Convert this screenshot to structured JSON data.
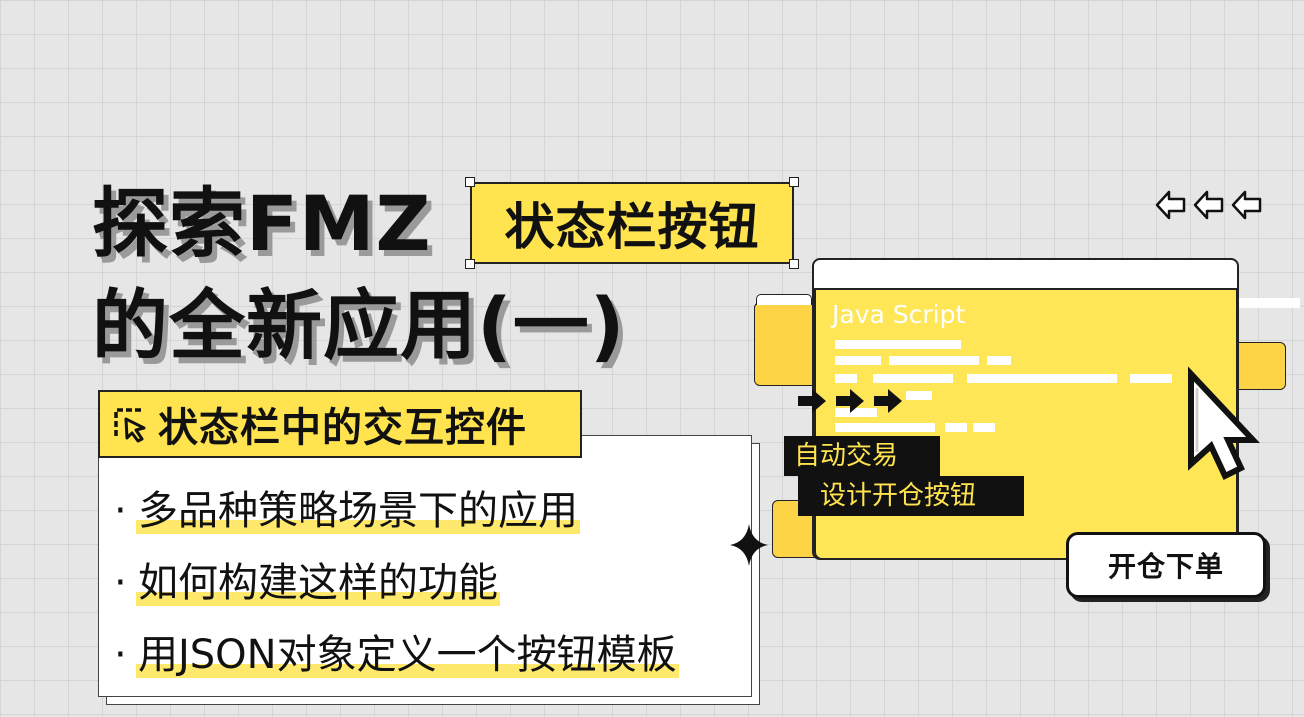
{
  "title": {
    "line1": "探索FMZ",
    "tag": "状态栏按钮",
    "line2": "的全新应用(一)"
  },
  "section": {
    "label": "状态栏中的交互控件",
    "icon": "cursor-select-icon"
  },
  "bullets": [
    {
      "marker": "·",
      "text": "多品种策略场景下的应用"
    },
    {
      "marker": "·",
      "text": "如何构建这样的功能"
    },
    {
      "marker": "·",
      "text": "用JSON对象定义一个按钮模板"
    }
  ],
  "illustration": {
    "window_title": "Java Script",
    "label1": "自动交易",
    "label2": "设计开仓按钮",
    "order_button": "开仓下单",
    "icons": [
      "arrow-left-outline-icon",
      "arrow-right-solid-icon",
      "pixel-cursor-icon",
      "sparkle-icon"
    ]
  },
  "colors": {
    "accent_yellow": "#ffe44f",
    "folder_yellow": "#fdd446",
    "background": "#e6e6e6",
    "text_dark": "#111111"
  }
}
